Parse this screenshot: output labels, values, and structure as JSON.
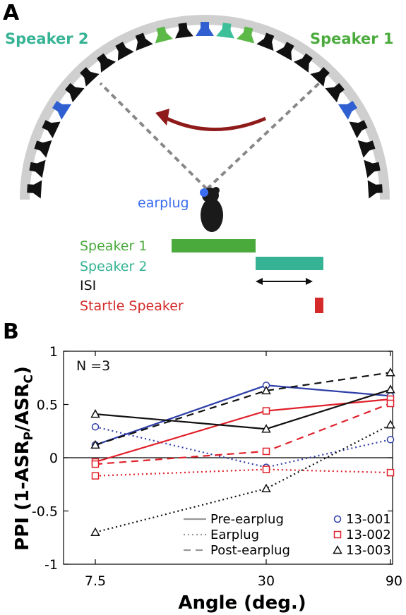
{
  "panel_a": {
    "label": "A",
    "speaker2_label": "Speaker 2",
    "speaker1_label": "Speaker 1",
    "earplug_label": "earplug",
    "timeline": [
      {
        "label": "Speaker 1",
        "color": "#4aab3c"
      },
      {
        "label": "Speaker 2",
        "color": "#35b394"
      },
      {
        "label": "ISI",
        "color": "#111111"
      },
      {
        "label": "Startle Speaker",
        "color": "#d42a2a"
      }
    ],
    "colors": {
      "speaker1": "#5cb847",
      "speaker2": "#3dbf99",
      "blue_speaker": "#2f5fd0",
      "arrow": "#8f1a1a",
      "ring": "#cfcfcf",
      "earplug": "#3a6df0"
    }
  },
  "panel_b": {
    "label": "B",
    "annotation": "N =3"
  },
  "chart_data": {
    "type": "line",
    "categories": [
      "7.5",
      "30",
      "90"
    ],
    "ylabel": "PPI (1-ASR",
    "ylabel_sub_p": "P",
    "ylabel_mid": "/ASR",
    "ylabel_sub_c": "C",
    "ylabel_end": ")",
    "xlabel": "Angle (deg.)",
    "ylim": [
      -1,
      1
    ],
    "yticks": [
      -1,
      -0.5,
      0,
      0.5,
      1
    ],
    "ytick_labels": [
      "-1",
      "-0.5",
      "0",
      "0.5",
      "1"
    ],
    "zero_line": true,
    "legend_position": "bottom-right",
    "legend_conditions": [
      {
        "name": "Pre-earplug",
        "style": "solid"
      },
      {
        "name": "Earplug",
        "style": "dotted"
      },
      {
        "name": "Post-earplug",
        "style": "dashed"
      }
    ],
    "legend_subjects": [
      {
        "name": "13-001",
        "marker": "circle",
        "color": "#2e3ea8"
      },
      {
        "name": "13-002",
        "marker": "square",
        "color": "#e0202a"
      },
      {
        "name": "13-003",
        "marker": "triangle",
        "color": "#111111"
      }
    ],
    "series": [
      {
        "subject": "13-001",
        "condition": "solid",
        "marker": "circle",
        "color": "#2e3ea8",
        "values": [
          0.12,
          0.68,
          0.58
        ]
      },
      {
        "subject": "13-001",
        "condition": "dotted",
        "marker": "circle",
        "color": "#2e3ea8",
        "values": [
          0.29,
          -0.09,
          0.17
        ]
      },
      {
        "subject": "13-002",
        "condition": "solid",
        "marker": "square",
        "color": "#e0202a",
        "values": [
          -0.04,
          0.44,
          0.55
        ]
      },
      {
        "subject": "13-002",
        "condition": "dotted",
        "marker": "square",
        "color": "#e0202a",
        "values": [
          -0.17,
          -0.11,
          -0.14
        ]
      },
      {
        "subject": "13-002",
        "condition": "dashed",
        "marker": "square",
        "color": "#e0202a",
        "values": [
          -0.06,
          0.06,
          0.51
        ]
      },
      {
        "subject": "13-003",
        "condition": "solid",
        "marker": "triangle",
        "color": "#111111",
        "values": [
          0.41,
          0.27,
          0.64
        ]
      },
      {
        "subject": "13-003",
        "condition": "dotted",
        "marker": "triangle",
        "color": "#111111",
        "values": [
          -0.7,
          -0.29,
          0.31
        ]
      },
      {
        "subject": "13-003",
        "condition": "dashed",
        "marker": "triangle",
        "color": "#111111",
        "values": [
          0.12,
          0.63,
          0.8
        ]
      }
    ]
  }
}
